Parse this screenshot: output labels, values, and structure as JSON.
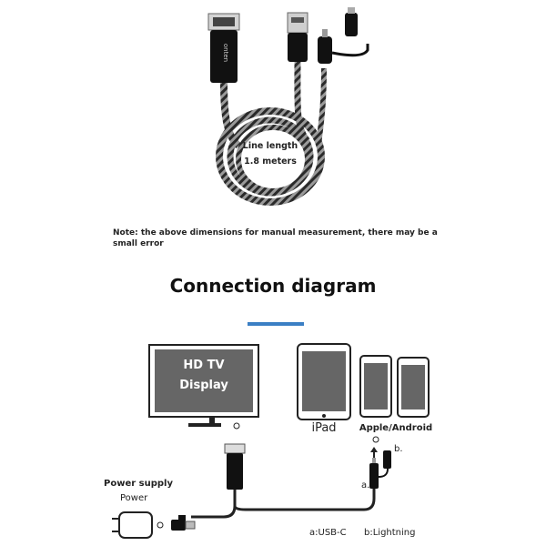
{
  "product": {
    "brand_text": "onten",
    "line_length_label": "Line length",
    "line_length_value": "1.8 meters"
  },
  "note": "Note: the above dimensions for manual measurement, there may be a small error",
  "diagram": {
    "title": "Connection diagram",
    "accent_color": "#3b7fc4",
    "tv": {
      "line1": "HD TV",
      "line2": "Display"
    },
    "ipad_label": "iPad",
    "phones_label": "Apple/Android",
    "connector_b_label": "b.",
    "connector_a_label": "a.",
    "power_supply_title": "Power supply",
    "power_label": "Power",
    "legend": {
      "a": "a:USB-C",
      "b": "b:Lightning"
    }
  }
}
